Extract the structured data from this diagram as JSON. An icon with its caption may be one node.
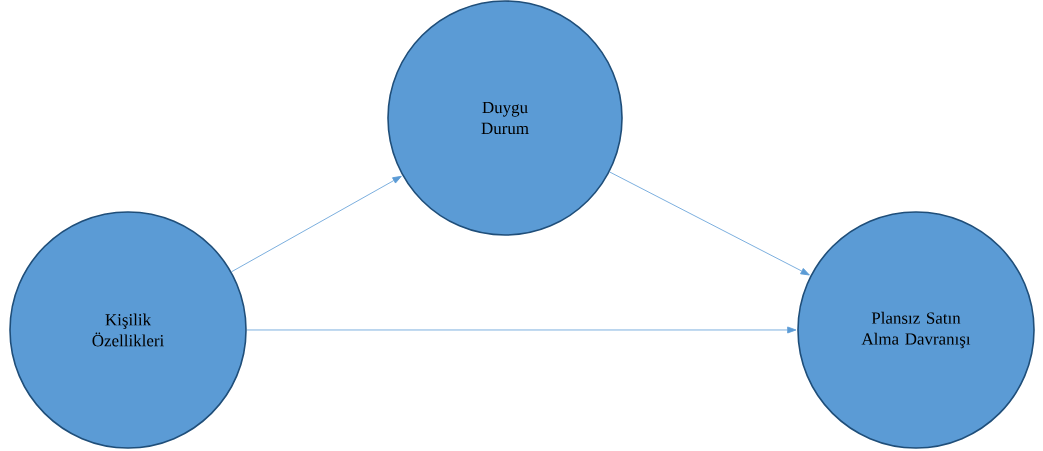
{
  "diagram": {
    "nodes": [
      {
        "text": [
          "Duygu Durum"
        ]
      },
      {
        "text": [
          "Kişilik Özellikleri"
        ]
      },
      {
        "text": [
          "Plansız Satın Alma Davranışı"
        ]
      }
    ],
    "edges": [
      {
        "from": 1,
        "to": 0,
        "arrow": "to"
      },
      {
        "from": 0,
        "to": 2,
        "arrow": "to"
      },
      {
        "from": 1,
        "to": 2,
        "arrow": "to"
      }
    ]
  }
}
